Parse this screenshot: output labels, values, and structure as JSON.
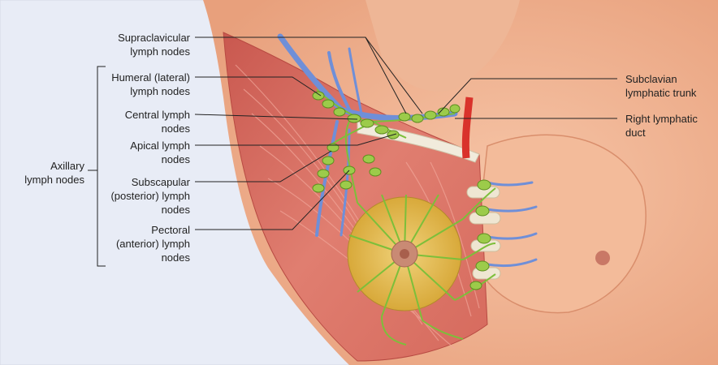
{
  "labels": {
    "supraclavicular": [
      "Supraclavicular",
      "lymph nodes"
    ],
    "humeral": [
      "Humeral (lateral)",
      "lymph nodes"
    ],
    "central": [
      "Central lymph",
      "nodes"
    ],
    "apical": [
      "Apical lymph",
      "nodes"
    ],
    "subscapular": [
      "Subscapular",
      "(posterior) lymph",
      "nodes"
    ],
    "pectoral": [
      "Pectoral",
      "(anterior) lymph",
      "nodes"
    ],
    "axillary": [
      "Axillary",
      "lymph nodes"
    ],
    "subclavian_trunk": [
      "Subclavian",
      "lymphatic trunk"
    ],
    "right_duct": [
      "Right lymphatic",
      "duct"
    ]
  },
  "colors": {
    "background": "#e8ecf6",
    "skin": "#f0b290",
    "muscle": "#d96a5e",
    "node": "#9ccb4a",
    "vessel_lymph": "#7cbf3a",
    "vein": "#6f8fd8",
    "artery": "#d9322b",
    "areola_gland": "#e1b84a",
    "bone": "#efe8d6",
    "leader": "#222222"
  }
}
